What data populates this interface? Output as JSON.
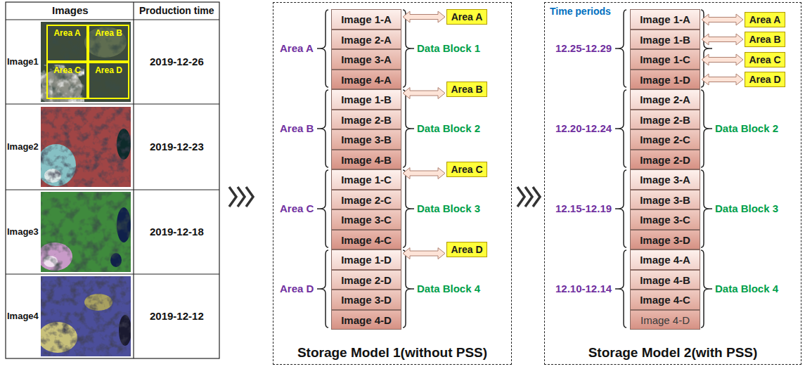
{
  "diagram": {
    "nodes": [
      {
        "text": [
          "Area A"
        ]
      },
      {
        "text": [
          "Area B"
        ]
      },
      {
        "text": [
          "Area C"
        ]
      },
      {
        "text": [
          "Area D"
        ]
      },
      {
        "text": [
          "Storage Model 1(without PSS)"
        ]
      },
      {
        "text": [
          "Image 1-A"
        ],
        "in": 4
      },
      {
        "text": [
          "Image 2-A"
        ],
        "in": 4
      },
      {
        "text": [
          "Image 3-A"
        ],
        "in": 4
      },
      {
        "text": [
          "Image 4-A"
        ],
        "in": 4
      },
      {
        "text": [
          "Image 1-B"
        ],
        "in": 4
      },
      {
        "text": [
          "Image 2-B"
        ],
        "in": 4
      },
      {
        "text": [
          "Image 3-B"
        ],
        "in": 4
      },
      {
        "text": [
          "Image 4-B"
        ],
        "in": 4
      },
      {
        "text": [
          "Image 1-C"
        ],
        "in": 4
      },
      {
        "text": [
          "Image 2-C"
        ],
        "in": 4
      },
      {
        "text": [
          "Image 3-C"
        ],
        "in": 4
      },
      {
        "text": [
          "Image 4-C"
        ],
        "in": 4
      },
      {
        "text": [
          "Image 1-D"
        ],
        "in": 4
      },
      {
        "text": [
          "Image 2-D"
        ],
        "in": 4
      },
      {
        "text": [
          "Image 3-D"
        ],
        "in": 4
      },
      {
        "text": [
          "Image 4-D"
        ],
        "in": 4
      },
      {
        "text": [
          "Area A"
        ],
        "in": 4
      },
      {
        "text": [
          "Area B"
        ],
        "in": 4
      },
      {
        "text": [
          "Area C"
        ],
        "in": 4
      },
      {
        "text": [
          "Area D"
        ],
        "in": 4
      },
      {
        "text": [
          "Storage Model 2(with PSS)"
        ]
      },
      {
        "text": [
          "Image 1-A"
        ],
        "in": 25
      },
      {
        "text": [
          "Image 1-B"
        ],
        "in": 25
      },
      {
        "text": [
          "Image 1-C"
        ],
        "in": 25
      },
      {
        "text": [
          "Image 1-D"
        ],
        "in": 25
      },
      {
        "text": [
          "Image 2-A"
        ],
        "in": 25
      },
      {
        "text": [
          "Image 2-B"
        ],
        "in": 25
      },
      {
        "text": [
          "Image 2-C"
        ],
        "in": 25
      },
      {
        "text": [
          "Image 2-D"
        ],
        "in": 25
      },
      {
        "text": [
          "Image 3-A"
        ],
        "in": 25
      },
      {
        "text": [
          "Image 3-B"
        ],
        "in": 25
      },
      {
        "text": [
          "Image 3-C"
        ],
        "in": 25
      },
      {
        "text": [
          "Image 3-D"
        ],
        "in": 25
      },
      {
        "text": [
          "Image 4-A"
        ],
        "in": 25
      },
      {
        "text": [
          "Image 4-B"
        ],
        "in": 25
      },
      {
        "text": [
          "Image 4-C"
        ],
        "in": 25
      },
      {
        "text": [
          "Image 4-D"
        ],
        "in": 25
      },
      {
        "text": [
          "Area A"
        ],
        "in": 25
      },
      {
        "text": [
          "Area B"
        ],
        "in": 25
      },
      {
        "text": [
          "Area C"
        ],
        "in": 25
      },
      {
        "text": [
          "Area D"
        ],
        "in": 25
      }
    ],
    "edges": [
      {
        "from": 21,
        "to": 5,
        "arrow": "both"
      },
      {
        "from": 22,
        "to": 9,
        "arrow": "both"
      },
      {
        "from": 23,
        "to": 13,
        "arrow": "both"
      },
      {
        "from": 24,
        "to": 17,
        "arrow": "both"
      },
      {
        "from": 42,
        "to": 26,
        "arrow": "both"
      },
      {
        "from": 43,
        "to": 27,
        "arrow": "both"
      },
      {
        "from": 44,
        "to": 28,
        "arrow": "both"
      },
      {
        "from": 45,
        "to": 29,
        "arrow": "both"
      }
    ],
    "labels": [
      "Images",
      "Production time",
      "Image1",
      "2019-12-26",
      "Image2",
      "2019-12-23",
      "Image3",
      "2019-12-18",
      "Image4",
      "2019-12-12",
      "Area A",
      "Data Block 1",
      "Area B",
      "Data Block 2",
      "Area C",
      "Data Block 3",
      "Area D",
      "Data Block 4",
      "Time periods",
      "12.25-12.29",
      "12.20-12.24",
      "Data Block 2",
      "12.15-12.19",
      "Data Block 3",
      "12.10-12.14",
      "Data Block 4"
    ]
  }
}
